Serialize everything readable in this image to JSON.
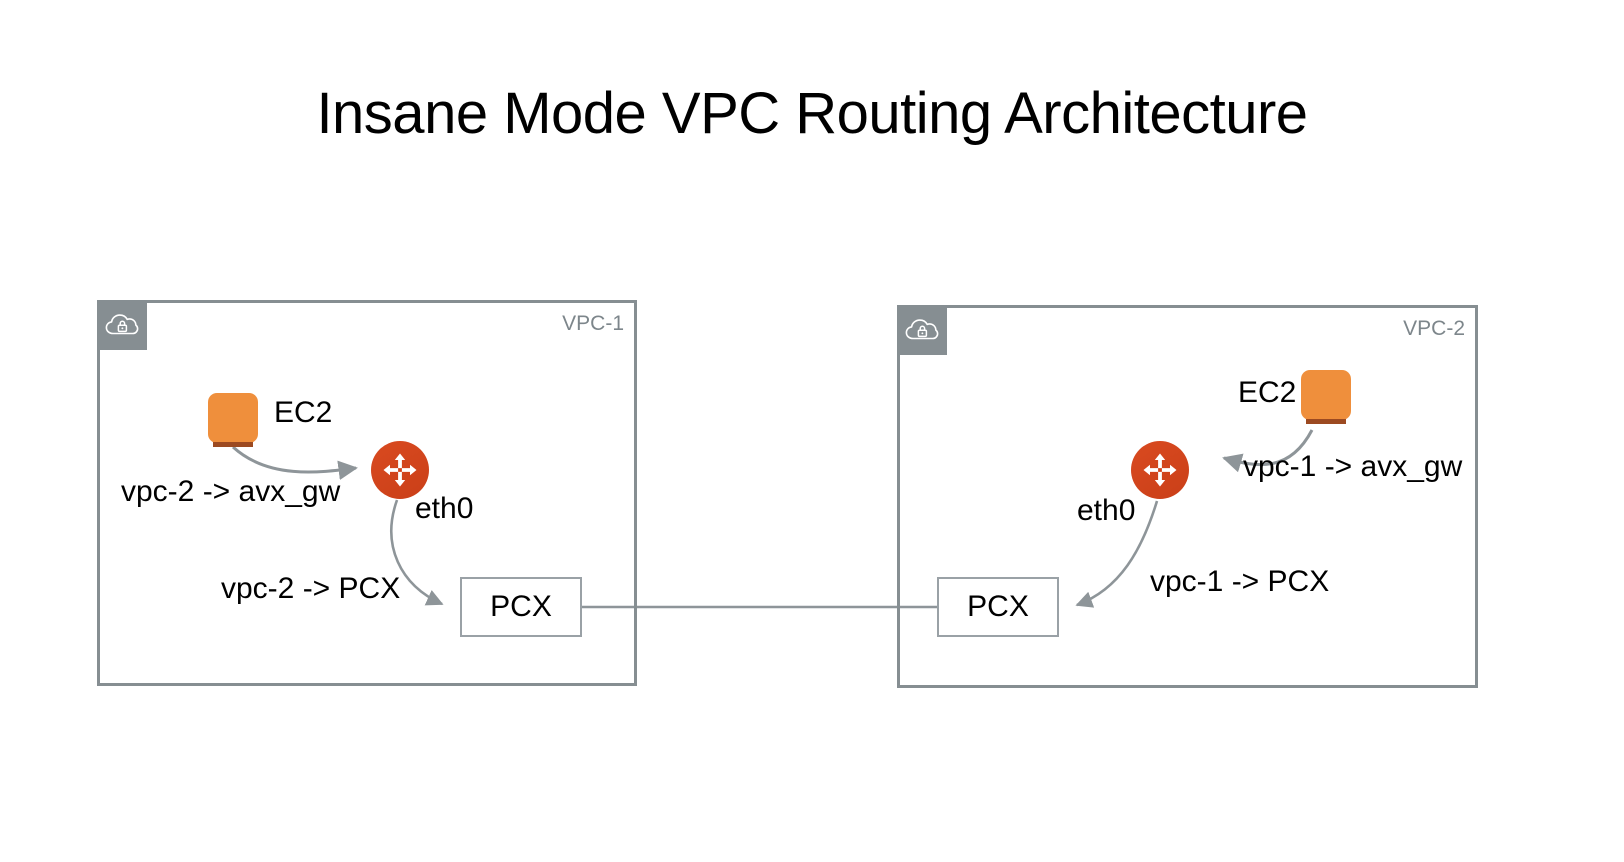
{
  "page": {
    "title": "Insane Mode VPC Routing Architecture",
    "background": "#ffffff"
  },
  "colors": {
    "vpc_border": "#868e92",
    "vpc_badge": "#868e92",
    "vpc_label": "#7d868b",
    "ec2_orange": "#ef8f3c",
    "ec2_base": "#9c4a21",
    "router_red": "#d8471f",
    "connector_gray": "#8e9599",
    "pcx_border": "#9aa1a6",
    "text": "#000000"
  },
  "diagram": {
    "type": "network-architecture",
    "vpcs": [
      {
        "id": "vpc-1",
        "label": "VPC-1",
        "badge_icon": "vpc-cloud-lock-icon",
        "nodes": [
          {
            "id": "ec2-1",
            "type": "ec2",
            "label": "EC2"
          },
          {
            "id": "router-1",
            "type": "router",
            "label": "",
            "interface": "eth0"
          },
          {
            "id": "pcx-1",
            "type": "pcx",
            "label": "PCX"
          }
        ],
        "routes": [
          {
            "from": "ec2-1",
            "to": "router-1",
            "label": "vpc-2 -> avx_gw"
          },
          {
            "from": "router-1",
            "to": "pcx-1",
            "label": "vpc-2 -> PCX"
          }
        ]
      },
      {
        "id": "vpc-2",
        "label": "VPC-2",
        "badge_icon": "vpc-cloud-lock-icon",
        "nodes": [
          {
            "id": "ec2-2",
            "type": "ec2",
            "label": "EC2"
          },
          {
            "id": "router-2",
            "type": "router",
            "label": "",
            "interface": "eth0"
          },
          {
            "id": "pcx-2",
            "type": "pcx",
            "label": "PCX"
          }
        ],
        "routes": [
          {
            "from": "ec2-2",
            "to": "router-2",
            "label": "vpc-1 -> avx_gw"
          },
          {
            "from": "router-2",
            "to": "pcx-2",
            "label": "vpc-1 -> PCX"
          }
        ]
      }
    ],
    "peering_link": {
      "from": "pcx-1",
      "to": "pcx-2",
      "label": ""
    }
  }
}
